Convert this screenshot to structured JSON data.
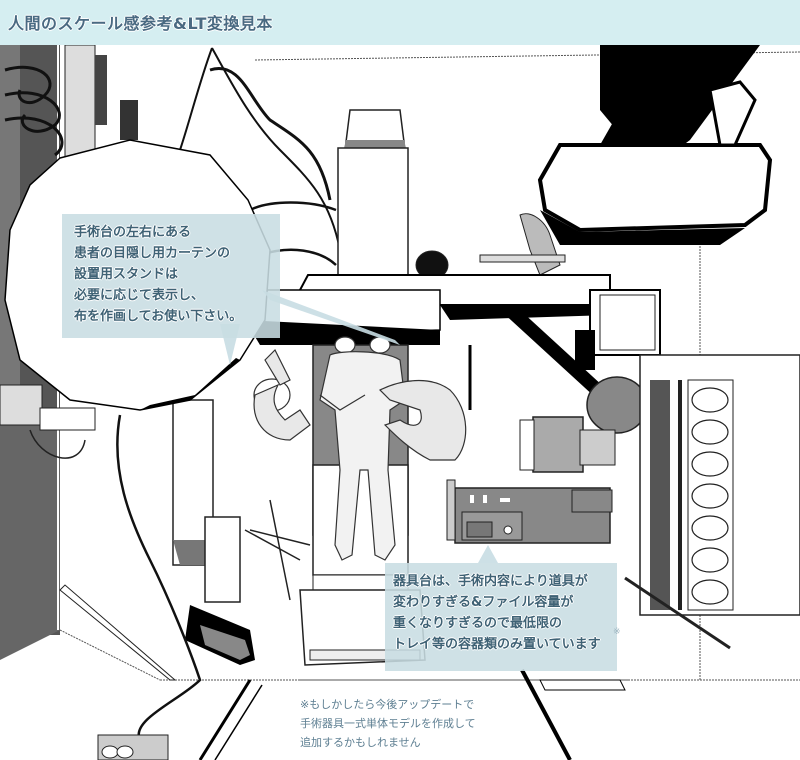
{
  "header": {
    "title": "人間のスケール感参考&LT変換見本",
    "background": "#d5eef1",
    "text_color": "#4a6a82"
  },
  "scene": {
    "description": "Operating room line-art illustration (overhead perspective): surgery table with patient figure, two surgeons, surgical light arms, monitor stand, instrument cart, storage shelves with containers",
    "elements": [
      "surgical-light-arm",
      "operating-table",
      "patient-figure",
      "surgeon-figure-left",
      "surgeon-figure-right",
      "anesthesia-equipment",
      "instrument-cart",
      "storage-shelf",
      "ceiling-mount-arm",
      "curtain-stand"
    ]
  },
  "callouts": {
    "left": {
      "lines": [
        "手術台の左右にある",
        "患者の目隠し用カーテンの",
        "設置用スタンドは",
        "必要に応じて表示し、",
        "布を作画してお使い下さい。"
      ]
    },
    "right": {
      "lines": [
        "器具台は、手術内容により道具が",
        "変わりすぎる&ファイル容量が",
        "重くなりすぎるので最低限の",
        "トレイ等の容器類のみ置いています"
      ],
      "asterisk": "※"
    },
    "background": "#c8dde3",
    "text_color": "#3f6275"
  },
  "note": {
    "lines": [
      "※もしかしたら今後アップデートで",
      "手術器具一式単体モデルを作成して",
      "追加するかもしれません"
    ],
    "text_color": "#5e7f92"
  }
}
